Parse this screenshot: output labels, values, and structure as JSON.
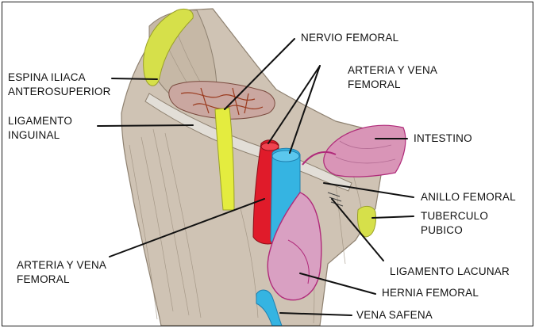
{
  "labels": {
    "espina_iliaca": "ESPINA ILIACA\nANTEROSUPERIOR",
    "ligamento_inguinal": "LIGAMENTO\nINGUINAL",
    "nervio_femoral": "NERVIO FEMORAL",
    "arteria_vena_top": "ARTERIA Y VENA\nFEMORAL",
    "intestino": "INTESTINO",
    "anillo_femoral": "ANILLO FEMORAL",
    "tuberculo_pubico": "TUBERCULO PUBICO",
    "ligamento_lacunar": "LIGAMENTO LACUNAR",
    "arteria_vena_bottom": "ARTERIA Y VENA\nFEMORAL",
    "hernia_femoral": "HERNIA FEMORAL",
    "vena_safena": "VENA SAFENA"
  },
  "colors": {
    "muscle": "#cfc3b4",
    "muscle_dark": "#8e8170",
    "ligament": "#d8d5cf",
    "nerve": "#e4ec3f",
    "artery": "#e01b2a",
    "vein": "#35b4e2",
    "vein_dark": "#1f7fae",
    "intestine": "#d995b7",
    "intestine_edge": "#b02a7a",
    "hernia": "#d9a0c2",
    "spine": "#d6e04a",
    "blood_vessel_small": "#9a3a1e",
    "leader": "#111111"
  }
}
